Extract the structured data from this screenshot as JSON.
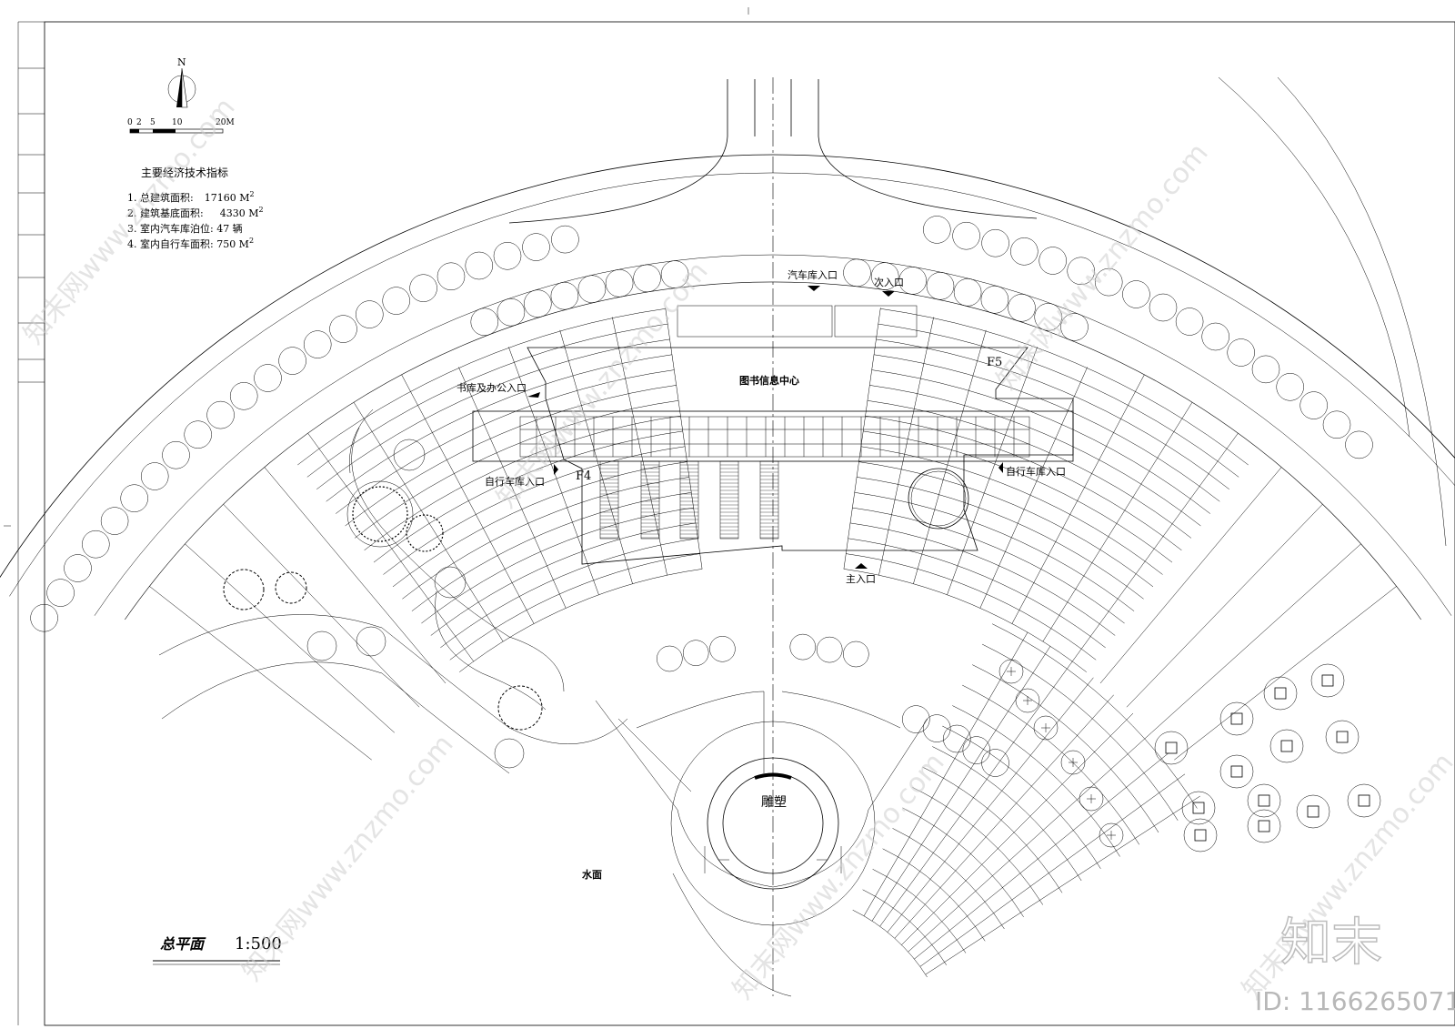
{
  "compass": {
    "north": "N"
  },
  "scale_bar": {
    "ticks": [
      "0",
      "2",
      "5",
      "10",
      "20M"
    ]
  },
  "indicators": {
    "title": "主要经济技术指标",
    "items": [
      {
        "label": "1. 总建筑面积:",
        "value": "17160 M",
        "sup": "2"
      },
      {
        "label": "2. 建筑基底面积:",
        "value": "4330 M",
        "sup": "2"
      },
      {
        "label": "3. 室内汽车库泊位: 47 辆",
        "value": "",
        "sup": ""
      },
      {
        "label": "4. 室内自行车面积: 750 M",
        "value": "",
        "sup": "2"
      }
    ]
  },
  "labels": {
    "building": "图书信息中心",
    "car_entrance": "汽车库入口",
    "secondary_entrance": "次入口",
    "stack_office_entrance": "书库及办公入口",
    "bike_entrance_left": "自行车库入口",
    "bike_entrance_right": "自行车库入口",
    "main_entrance": "主入口",
    "f4": "F4",
    "f5": "F5",
    "sculpture": "雕塑",
    "water": "水面"
  },
  "drawing_title": {
    "name": "总平面",
    "scale": "1:500"
  },
  "branding": {
    "logo": "知末",
    "id": "ID: 1166265071",
    "watermark": "知末网www.znzmo.com"
  }
}
